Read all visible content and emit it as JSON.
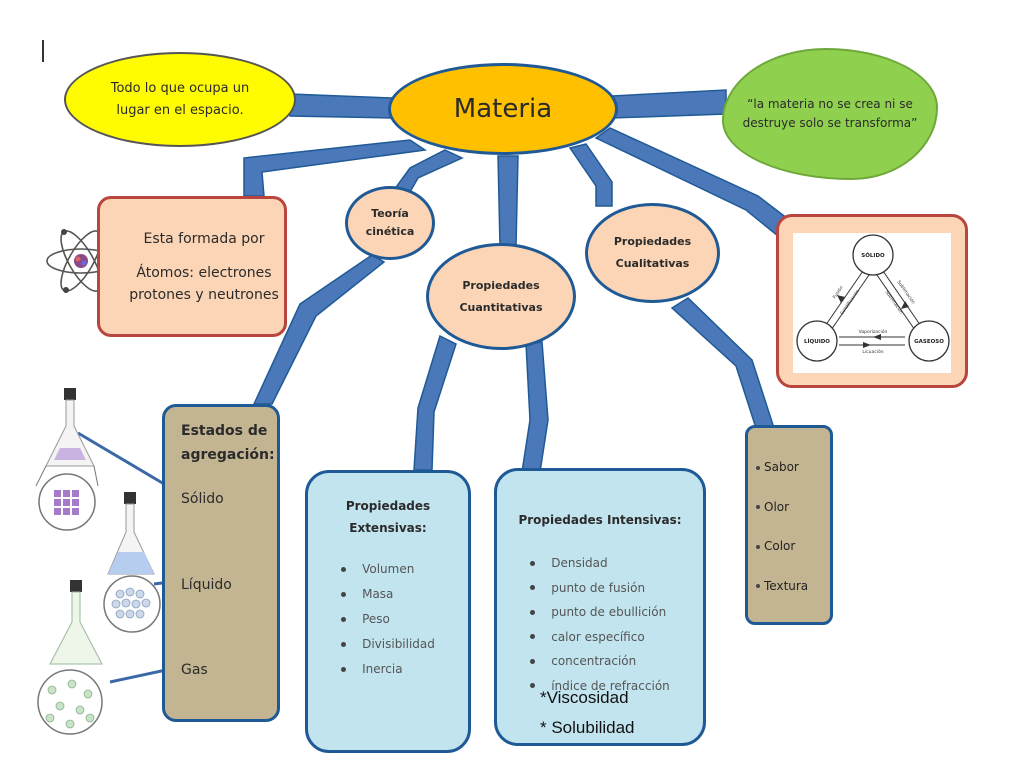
{
  "concept_map": {
    "central": "Materia",
    "definition": [
      "Todo lo que ocupa un",
      "lugar en el espacio."
    ],
    "law": [
      "“la materia no se crea ni se",
      "destruye solo se transforma”"
    ],
    "composition": {
      "title": "Esta formada por",
      "lines": [
        "Átomos: electrones",
        "protones y neutrones"
      ]
    },
    "kinetic_theory": [
      "Teoría",
      "cinética"
    ],
    "quantitative": [
      "Propiedades",
      "Cuantitativas"
    ],
    "qualitative": [
      "Propiedades",
      "Cualitativas"
    ],
    "states": {
      "title": [
        "Estados de",
        "agregación:"
      ],
      "items": [
        "Sólido",
        "Líquido",
        "Gas"
      ]
    },
    "extensive": {
      "title": [
        "Propiedades",
        "Extensivas:"
      ],
      "items": [
        "Volumen",
        "Masa",
        "Peso",
        "Divisibilidad",
        "Inercia"
      ]
    },
    "intensive": {
      "title": "Propiedades Intensivas:",
      "items": [
        "Densidad",
        "punto de fusión",
        "punto de ebullición",
        "calor específico",
        "concentración",
        "índice de refracción"
      ],
      "extra": [
        "*Viscosidad",
        "* Solubilidad"
      ]
    },
    "organoleptic": [
      "Sabor",
      "Olor",
      "Color",
      "Textura"
    ],
    "phase_cycle": {
      "nodes": [
        "SÓLIDO",
        "LÍQUIDO",
        "GASEOSO"
      ],
      "arrows": [
        "Fusión",
        "Solidificación",
        "Sublimación",
        "Sublimación",
        "Vaporización",
        "Licuación"
      ]
    }
  },
  "colors": {
    "connector": "#4a78b8",
    "connector_edge": "#1f5a96",
    "yellow": "#fffb00",
    "orange": "#ffc000",
    "green": "#8fd14f",
    "peach": "#fbd5b5",
    "tan": "#c3b592",
    "lightblue": "#c2e4ef"
  }
}
